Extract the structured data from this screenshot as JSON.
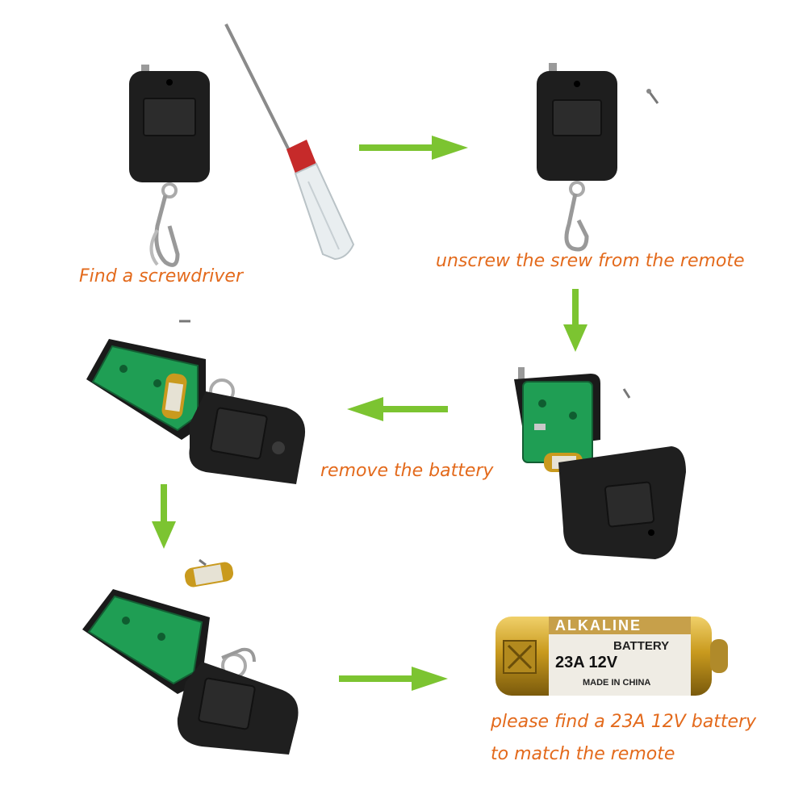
{
  "colors": {
    "arrow": "#7cc431",
    "caption": "#e36a1c",
    "pcb": "#1f9e54",
    "remote": "#222222",
    "battery_gold": "#c99a1e"
  },
  "steps": {
    "find_screwdriver": "Find a screwdriver",
    "unscrew": "unscrew the srew from the remote",
    "remove_battery": "remove the battery",
    "find_battery_line1": "please find a 23A 12V battery",
    "find_battery_line2": "to match the remote"
  },
  "battery_label": {
    "brand": "ALKALINE",
    "type": "BATTERY",
    "model": "23A 12V",
    "origin": "MADE IN CHINA"
  },
  "icons": [
    "remote-icon",
    "screwdriver-icon",
    "arrow-icon",
    "screw-icon",
    "battery-icon",
    "keyring-icon",
    "circuit-board-icon"
  ]
}
